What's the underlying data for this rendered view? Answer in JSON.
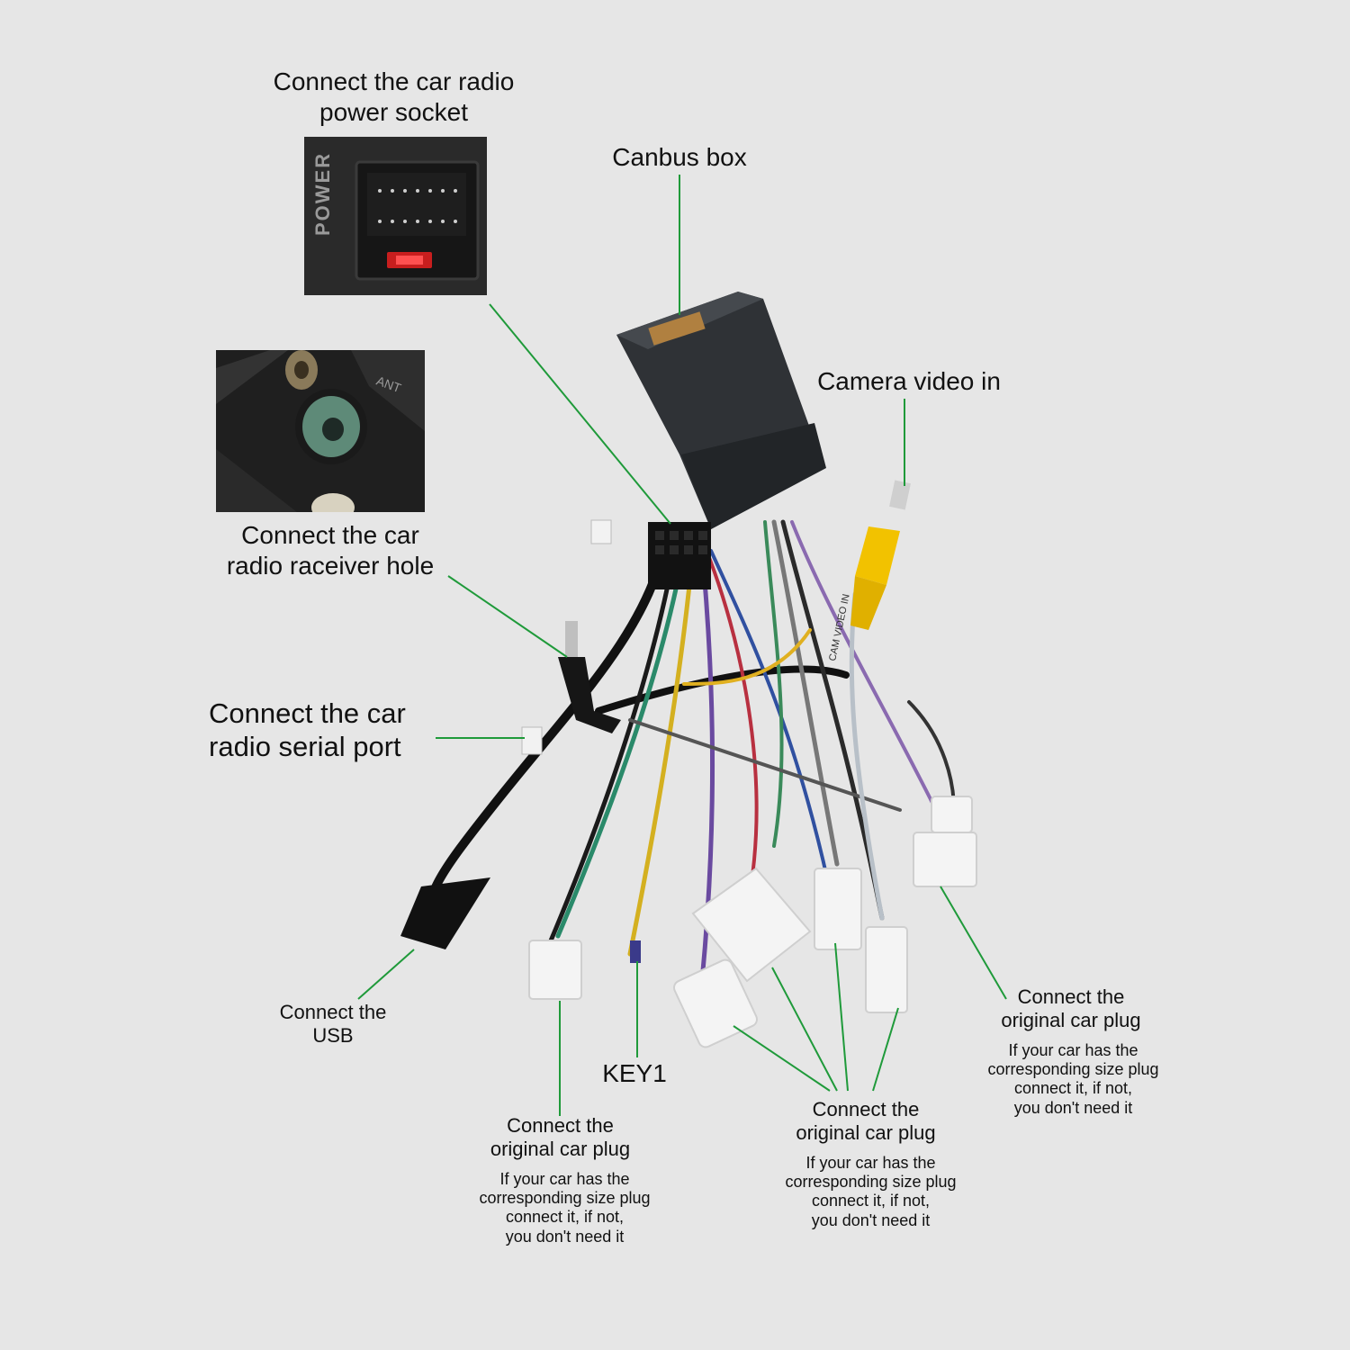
{
  "labels": {
    "power_socket": "Connect the car radio\npower socket",
    "canbus_box": "Canbus box",
    "camera_video_in": "Camera video in",
    "receiver_hole": "Connect the  car\nradio raceiver hole",
    "serial_port": "Connect the car\nradio  serial port",
    "usb": "Connect the\nUSB",
    "key1": "KEY1",
    "plug_left_title": "Connect the\noriginal car plug",
    "plug_left_note": "If your car has the\ncorresponding size plug\nconnect it, if not,\nyou don't need it",
    "plug_center_title": "Connect the\noriginal car plug",
    "plug_center_note": "If your car has the\ncorresponding size plug\nconnect it, if not,\nyou don't need it",
    "plug_right_title": "Connect the\noriginal car plug",
    "plug_right_note": "If your car has the\ncorresponding size plug\nconnect it, if not,\nyou don't need it"
  },
  "photo_text": {
    "power_tag": "POWER",
    "antenna_tag": "ANT",
    "cam_tag": "CAM VIDEO IN"
  },
  "colors": {
    "background": "#e6e6e6",
    "leader_line": "#1f9a3a",
    "canbus_box": "#3a3d40",
    "camera_plug": "#f2c200",
    "connector_white": "#f4f4f4"
  }
}
